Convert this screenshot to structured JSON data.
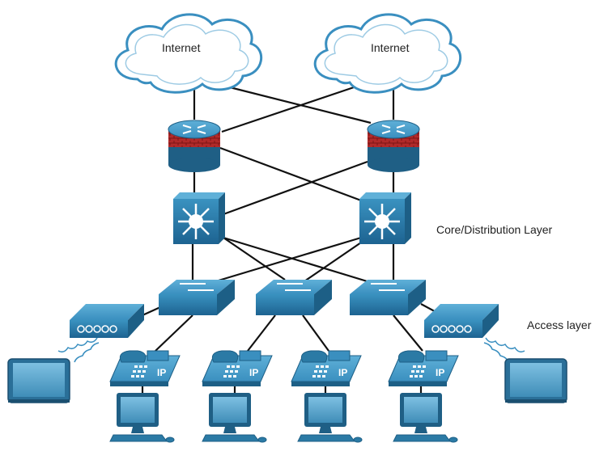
{
  "clouds": [
    {
      "label": "Internet"
    },
    {
      "label": "Internet"
    }
  ],
  "layers": {
    "core": "Core/Distribution Layer",
    "access": "Access layer"
  },
  "ip_phone_label": "IP",
  "colors": {
    "device_blue": "#2b7aa5",
    "device_dark": "#1f5f85",
    "firewall_red": "#b22a2a",
    "cloud_fill": "#ffffff",
    "cloud_stroke": "#3a8fc0",
    "link": "#111111"
  },
  "devices": {
    "routers": [
      "router-firewall-icon",
      "router-firewall-icon"
    ],
    "core_switches": [
      "multilayer-switch-icon",
      "multilayer-switch-icon"
    ],
    "access_switches": [
      "workgroup-switch-icon",
      "workgroup-switch-icon",
      "workgroup-switch-icon"
    ],
    "access_points": [
      "wireless-access-point-icon",
      "wireless-access-point-icon"
    ],
    "ip_phones": [
      "ip-phone-icon",
      "ip-phone-icon",
      "ip-phone-icon",
      "ip-phone-icon"
    ],
    "pcs": [
      "pc-icon",
      "pc-icon",
      "pc-icon",
      "pc-icon"
    ],
    "tablets": [
      "tablet-icon",
      "tablet-icon"
    ]
  }
}
